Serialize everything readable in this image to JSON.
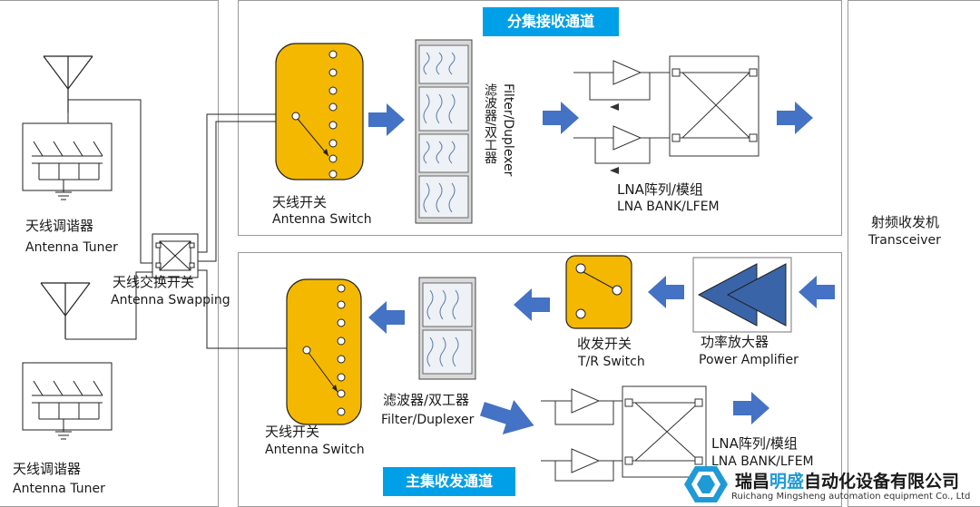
{
  "rx_section": {
    "title": "分集接收通道"
  },
  "tx_section": {
    "title": "主集收发通道"
  },
  "antenna_switch_top": {
    "cn": "天线开关",
    "en": "Antenna Switch"
  },
  "antenna_switch_bottom": {
    "cn": "天线开关",
    "en": "Antenna Switch"
  },
  "filter_top": {
    "cn": "滤波器/双工器",
    "en": "Filter/Duplexer"
  },
  "filter_bottom": {
    "cn": "滤波器/双工器",
    "en": "Filter/Duplexer"
  },
  "lna_top": {
    "cn": "LNA阵列/模组",
    "en": "LNA BANK/LFEM"
  },
  "lna_bottom": {
    "cn": "LNA阵列/模组",
    "en": "LNA BANK/LFEM"
  },
  "transceiver": {
    "cn": "射频收发机",
    "en": "Transceiver"
  },
  "tuner_top": {
    "cn": "天线调谐器",
    "en": "Antenna Tuner"
  },
  "tuner_bottom": {
    "cn": "天线调谐器",
    "en": "Antenna Tuner"
  },
  "swapping": {
    "cn": "天线交换开关",
    "en": "Antenna Swapping"
  },
  "tr_switch": {
    "cn": "收发开关",
    "en": "T/R Switch"
  },
  "power_amp": {
    "cn": "功率放大器",
    "en": "Power Amplifier"
  },
  "logo": {
    "name_a": "瑞昌",
    "name_b": "明盛",
    "name_c": "自动化设备有限公司",
    "sub": "Ruichang Mingsheng automation equipment Co., Ltd"
  },
  "colors": {
    "accent": "#00a0e9",
    "arrow": "#4472c4",
    "switch": "#f5b800",
    "pa": "#3a64a8"
  }
}
